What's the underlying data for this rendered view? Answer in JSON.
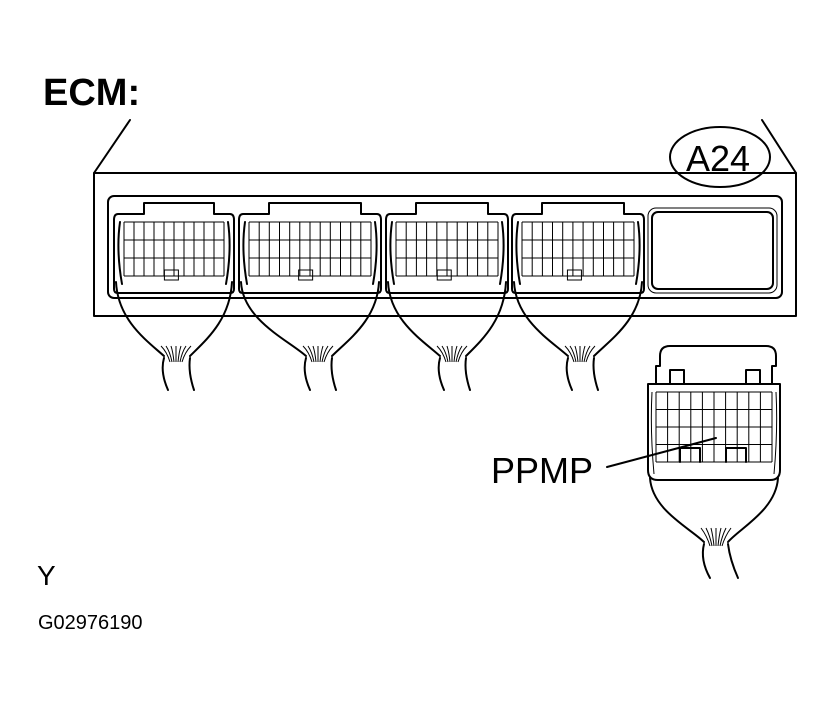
{
  "diagram": {
    "title": "ECM:",
    "connector_id": "A24",
    "pin_label": "PPMP",
    "view_letter": "Y",
    "figure_code": "G02976190",
    "colors": {
      "line": "#000000",
      "background": "#ffffff"
    }
  }
}
